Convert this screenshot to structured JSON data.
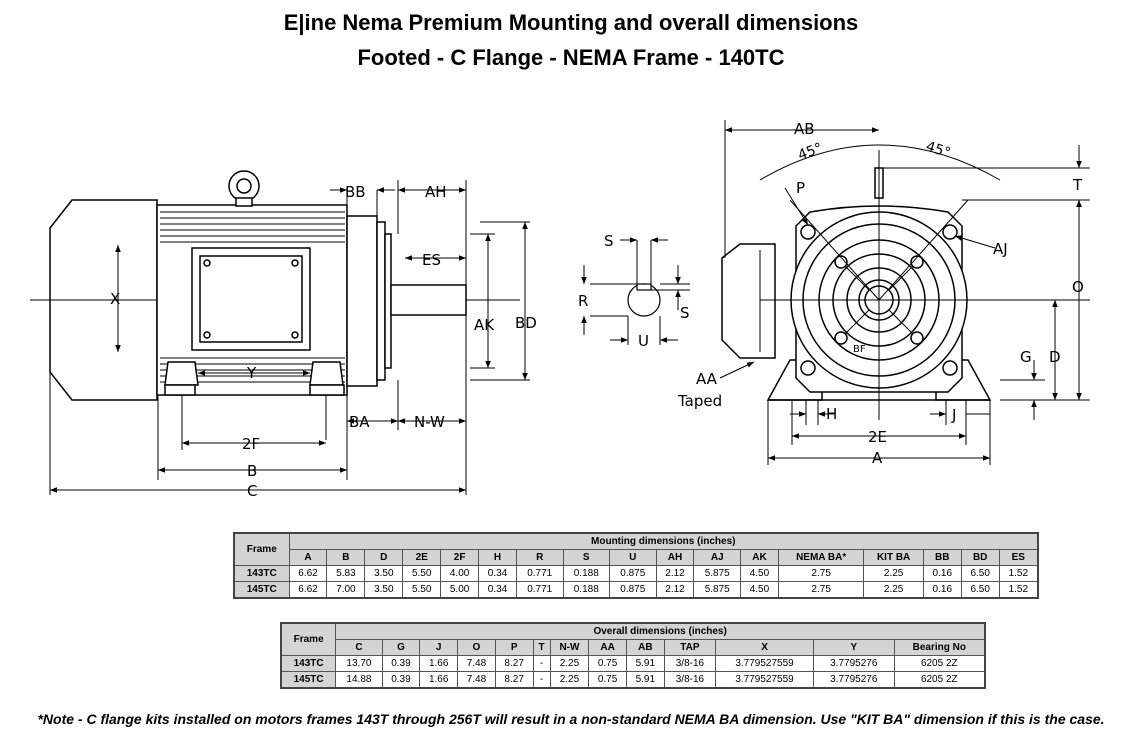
{
  "title": {
    "line1": "E|ine Nema Premium Mounting and overall dimensions",
    "line2": "Footed - C Flange - NEMA Frame - 140TC"
  },
  "drawing_labels": {
    "side": {
      "BB": "BB",
      "AH": "AH",
      "ES": "ES",
      "X": "X",
      "AK": "AK",
      "BD": "BD",
      "Y": "Y",
      "BA": "BA",
      "NW": "N-W",
      "F2": "2F",
      "B": "B",
      "C": "C"
    },
    "shaft": {
      "S_top": "S",
      "R": "R",
      "S_side": "S",
      "U": "U"
    },
    "front": {
      "AB": "AB",
      "deg1": "45°",
      "deg2": "45°",
      "P": "P",
      "T": "T",
      "AJ": "AJ",
      "O": "O",
      "BF": "BF",
      "G": "G",
      "D": "D",
      "AA": "AA",
      "Taped": "Taped",
      "H": "H",
      "E2": "2E",
      "J": "J",
      "A": "A"
    }
  },
  "mounting": {
    "caption": "Mounting dimensions (inches)",
    "frame_label": "Frame",
    "columns": [
      "A",
      "B",
      "D",
      "2E",
      "2F",
      "H",
      "R",
      "S",
      "U",
      "AH",
      "AJ",
      "AK",
      "NEMA BA*",
      "KIT BA",
      "BB",
      "BD",
      "ES"
    ],
    "rows": [
      {
        "frame": "143TC",
        "cells": [
          "6.62",
          "5.83",
          "3.50",
          "5.50",
          "4.00",
          "0.34",
          "0.771",
          "0.188",
          "0.875",
          "2.12",
          "5.875",
          "4.50",
          "2.75",
          "2.25",
          "0.16",
          "6.50",
          "1.52"
        ]
      },
      {
        "frame": "145TC",
        "cells": [
          "6.62",
          "7.00",
          "3.50",
          "5.50",
          "5.00",
          "0.34",
          "0.771",
          "0.188",
          "0.875",
          "2.12",
          "5.875",
          "4.50",
          "2.75",
          "2.25",
          "0.16",
          "6.50",
          "1.52"
        ]
      }
    ]
  },
  "overall": {
    "caption": "Overall dimensions (inches)",
    "frame_label": "Frame",
    "columns": [
      "C",
      "G",
      "J",
      "O",
      "P",
      "T",
      "N-W",
      "AA",
      "AB",
      "TAP",
      "X",
      "Y",
      "Bearing No"
    ],
    "rows": [
      {
        "frame": "143TC",
        "cells": [
          "13.70",
          "0.39",
          "1.66",
          "7.48",
          "8.27",
          "-",
          "2.25",
          "0.75",
          "5.91",
          "3/8-16",
          "3.779527559",
          "3.7795276",
          "6205 2Z"
        ]
      },
      {
        "frame": "145TC",
        "cells": [
          "14.88",
          "0.39",
          "1.66",
          "7.48",
          "8.27",
          "-",
          "2.25",
          "0.75",
          "5.91",
          "3/8-16",
          "3.779527559",
          "3.7795276",
          "6205 2Z"
        ]
      }
    ]
  },
  "note": "*Note - C flange kits installed on motors frames 143T through 256T will result in a non-standard NEMA BA dimension. Use \"KIT BA\" dimension if this is the case."
}
